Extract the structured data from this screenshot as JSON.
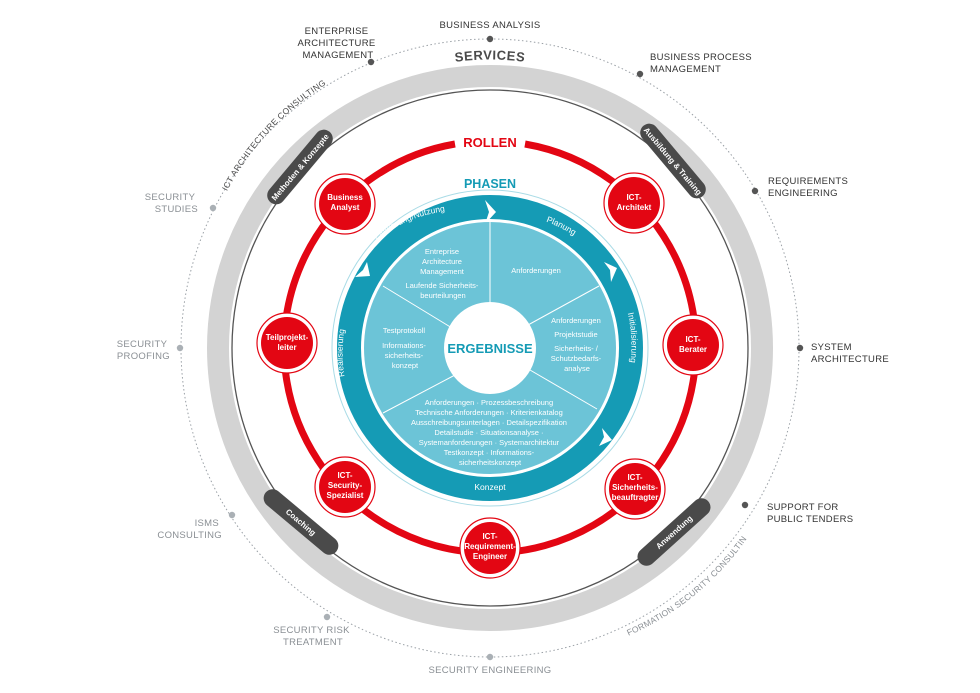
{
  "colors": {
    "red": "#e30613",
    "teal": "#159bb5",
    "teal_light": "#6cc4d7",
    "gray_ring": "#d2d2d2",
    "dark_bar": "#4a4a4a",
    "text_dark": "#333333",
    "text_gray": "#8a8f94",
    "dot_gray": "#9aa0a6"
  },
  "titles": {
    "services": "SERVICES",
    "rollen": "ROLLEN",
    "phasen": "PHASEN",
    "ergebnisse": "ERGEBNISSE"
  },
  "arc_labels": {
    "ict_architecture_consulting": "ICT ARCHITECTURE CONSULTING",
    "information_security_consulting": "INFORMATION SECURITY CONSULTING"
  },
  "services_dark": [
    {
      "line1": "ENTERPRISE",
      "line2": "ARCHITECTURE",
      "line3": "MANAGEMENT"
    },
    {
      "line1": "BUSINESS ANALYSIS",
      "line2": "",
      "line3": ""
    },
    {
      "line1": "BUSINESS PROCESS",
      "line2": "MANAGEMENT",
      "line3": ""
    },
    {
      "line1": "REQUIREMENTS",
      "line2": "ENGINEERING",
      "line3": ""
    },
    {
      "line1": "SYSTEM",
      "line2": "ARCHITECTURE",
      "line3": ""
    },
    {
      "line1": "SUPPORT FOR",
      "line2": "PUBLIC TENDERS",
      "line3": ""
    }
  ],
  "services_gray": [
    {
      "line1": "SECURITY",
      "line2": "STUDIES"
    },
    {
      "line1": "SECURITY",
      "line2": "PROOFING"
    },
    {
      "line1": "ISMS",
      "line2": "CONSULTING"
    },
    {
      "line1": "SECURITY RISK",
      "line2": "TREATMENT"
    },
    {
      "line1": "SECURITY ENGINEERING",
      "line2": ""
    }
  ],
  "bars": {
    "methoden": "Methoden & Konzepte",
    "ausbildung": "Ausbildung & Training",
    "coaching": "Coaching",
    "anwendung": "Anwendung"
  },
  "roles": [
    {
      "line1": "Business",
      "line2": "Analyst",
      "line3": ""
    },
    {
      "line1": "ICT-",
      "line2": "Architekt",
      "line3": ""
    },
    {
      "line1": "ICT-",
      "line2": "Berater",
      "line3": ""
    },
    {
      "line1": "ICT-",
      "line2": "Sicherheits-",
      "line3": "beauftragter"
    },
    {
      "line1": "ICT-",
      "line2": "Requirement-",
      "line3": "Engineer"
    },
    {
      "line1": "ICT-",
      "line2": "Security-",
      "line3": "Spezialist"
    },
    {
      "line1": "Teilprojekt-",
      "line2": "leiter",
      "line3": ""
    }
  ],
  "phases": {
    "einfuehrung": "Einführung/Nutzung",
    "planung": "Planung",
    "initialisierung": "Initialisierung",
    "konzept": "Konzept",
    "realisierung": "Realisierung"
  },
  "results": {
    "einfuehrung": [
      "Entreprise",
      "Architecture",
      "Management",
      "",
      "Laufende Sicherheits-",
      "beurteilungen"
    ],
    "planung": [
      "Anforderungen"
    ],
    "initialisierung": [
      "Anforderungen",
      "",
      "Projektstudie",
      "",
      "Sicherheits- /",
      "Schutzbedarfs-",
      "analyse"
    ],
    "konzept": [
      "Anforderungen · Prozessbeschreibung",
      "Technische Anforderungen · Kriterienkatalog",
      "Ausschreibungsunterlagen · Detailspezifikation",
      "Detailstudie · Situationsanalyse ·",
      "Systemanforderungen · Systemarchitektur",
      "Testkonzept · Informations-",
      "sicherheitskonzept"
    ],
    "realisierung": [
      "Testprotokoll",
      "",
      "Informations-",
      "sicherheits-",
      "konzept"
    ]
  }
}
